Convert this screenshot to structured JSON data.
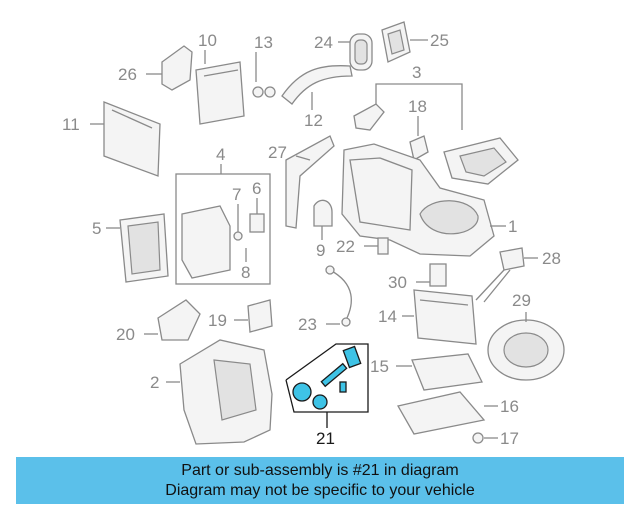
{
  "diagram": {
    "callouts": [
      "10",
      "13",
      "24",
      "25",
      "26",
      "3",
      "11",
      "18",
      "12",
      "27",
      "4",
      "7",
      "6",
      "1",
      "5",
      "9",
      "22",
      "28",
      "8",
      "30",
      "29",
      "14",
      "20",
      "19",
      "23",
      "15",
      "2",
      "16",
      "21",
      "17"
    ],
    "highlighted": "21"
  },
  "banner": {
    "line1": "Part or sub-assembly is #21 in diagram",
    "line2": "Diagram may not be specific to your vehicle"
  },
  "colors": {
    "highlight": "#3ec3e6",
    "banner": "#5bc0ea",
    "linework": "#8a8a8a"
  }
}
